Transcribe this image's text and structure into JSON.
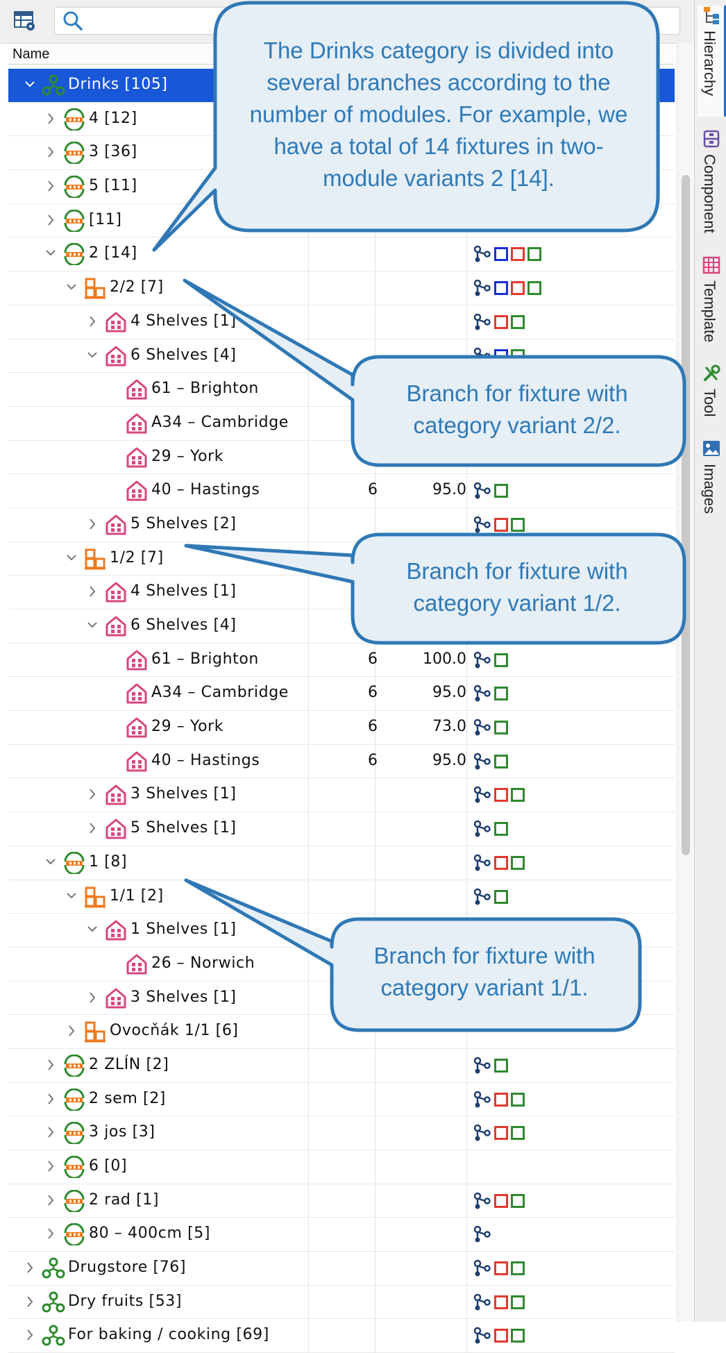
{
  "toolbar": {
    "search_placeholder": ""
  },
  "table": {
    "name_header": "Name"
  },
  "rows": [
    {
      "lvl": 0,
      "chev": "open",
      "icon": "category",
      "label": "Drinks [105]",
      "sel": true,
      "flags": []
    },
    {
      "lvl": 1,
      "chev": "closed",
      "icon": "group",
      "label": "4 [12]",
      "flags": []
    },
    {
      "lvl": 1,
      "chev": "closed",
      "icon": "group",
      "label": "3 [36]",
      "flags": []
    },
    {
      "lvl": 1,
      "chev": "closed",
      "icon": "group",
      "label": "5 [11]",
      "flags": []
    },
    {
      "lvl": 1,
      "chev": "closed",
      "icon": "group",
      "label": " [11]",
      "flags": []
    },
    {
      "lvl": 1,
      "chev": "open",
      "icon": "group",
      "label": "2 [14]",
      "flags": [
        "tree",
        "blue",
        "red",
        "green"
      ]
    },
    {
      "lvl": 2,
      "chev": "open",
      "icon": "variant",
      "label": "2/2 [7]",
      "flags": [
        "tree",
        "blue",
        "red",
        "green"
      ]
    },
    {
      "lvl": 3,
      "chev": "closed",
      "icon": "shelf",
      "label": "4 Shelves [1]",
      "flags": [
        "tree",
        "red",
        "green"
      ]
    },
    {
      "lvl": 3,
      "chev": "open",
      "icon": "shelf",
      "label": "6 Shelves [4]",
      "flags": [
        "tree",
        "blue",
        "green"
      ]
    },
    {
      "lvl": 4,
      "chev": "",
      "icon": "shelf",
      "label": "61 – Brighton",
      "flags": []
    },
    {
      "lvl": 4,
      "chev": "",
      "icon": "shelf",
      "label": "A34 – Cambridge",
      "flags": []
    },
    {
      "lvl": 4,
      "chev": "",
      "icon": "shelf",
      "label": "29 – York",
      "flags": []
    },
    {
      "lvl": 4,
      "chev": "",
      "icon": "shelf",
      "label": "40 – Hastings",
      "mod": "6",
      "val": "95.0",
      "flags": [
        "tree",
        "green"
      ]
    },
    {
      "lvl": 3,
      "chev": "closed",
      "icon": "shelf",
      "label": "5 Shelves [2]",
      "flags": [
        "tree",
        "red",
        "green"
      ]
    },
    {
      "lvl": 2,
      "chev": "open",
      "icon": "variant",
      "label": "1/2 [7]",
      "flags": []
    },
    {
      "lvl": 3,
      "chev": "closed",
      "icon": "shelf",
      "label": "4 Shelves [1]",
      "flags": []
    },
    {
      "lvl": 3,
      "chev": "open",
      "icon": "shelf",
      "label": "6 Shelves [4]",
      "flags": []
    },
    {
      "lvl": 4,
      "chev": "",
      "icon": "shelf",
      "label": "61 – Brighton",
      "mod": "6",
      "val": "100.0",
      "flags": [
        "tree",
        "green"
      ]
    },
    {
      "lvl": 4,
      "chev": "",
      "icon": "shelf",
      "label": "A34 – Cambridge",
      "mod": "6",
      "val": "95.0",
      "flags": [
        "tree",
        "green"
      ]
    },
    {
      "lvl": 4,
      "chev": "",
      "icon": "shelf",
      "label": "29 – York",
      "mod": "6",
      "val": "73.0",
      "flags": [
        "tree",
        "green"
      ]
    },
    {
      "lvl": 4,
      "chev": "",
      "icon": "shelf",
      "label": "40 – Hastings",
      "mod": "6",
      "val": "95.0",
      "flags": [
        "tree",
        "green"
      ]
    },
    {
      "lvl": 3,
      "chev": "closed",
      "icon": "shelf",
      "label": "3 Shelves [1]",
      "flags": [
        "tree",
        "red",
        "green"
      ]
    },
    {
      "lvl": 3,
      "chev": "closed",
      "icon": "shelf",
      "label": "5 Shelves [1]",
      "flags": [
        "tree",
        "green"
      ]
    },
    {
      "lvl": 1,
      "chev": "open",
      "icon": "group",
      "label": "1 [8]",
      "flags": [
        "tree",
        "red",
        "green"
      ]
    },
    {
      "lvl": 2,
      "chev": "open",
      "icon": "variant",
      "label": "1/1 [2]",
      "flags": [
        "tree",
        "green"
      ]
    },
    {
      "lvl": 3,
      "chev": "open",
      "icon": "shelf",
      "label": "1 Shelves [1]",
      "flags": [
        "tree",
        "green"
      ]
    },
    {
      "lvl": 4,
      "chev": "",
      "icon": "shelf",
      "label": "26 – Norwich",
      "flags": []
    },
    {
      "lvl": 3,
      "chev": "closed",
      "icon": "shelf",
      "label": "3 Shelves [1]",
      "flags": []
    },
    {
      "lvl": 2,
      "chev": "closed",
      "icon": "variant",
      "label": "Ovocňák 1/1 [6]",
      "flags": []
    },
    {
      "lvl": 1,
      "chev": "closed",
      "icon": "group",
      "label": "2 ZLÍN [2]",
      "flags": [
        "tree",
        "green"
      ]
    },
    {
      "lvl": 1,
      "chev": "closed",
      "icon": "group",
      "label": "2 sem [2]",
      "flags": [
        "tree",
        "red",
        "green"
      ]
    },
    {
      "lvl": 1,
      "chev": "closed",
      "icon": "group",
      "label": "3 jos [3]",
      "flags": [
        "tree",
        "red",
        "green"
      ]
    },
    {
      "lvl": 1,
      "chev": "closed",
      "icon": "group",
      "label": "6 [0]",
      "flags": []
    },
    {
      "lvl": 1,
      "chev": "closed",
      "icon": "group",
      "label": "2 rad [1]",
      "flags": [
        "tree",
        "red",
        "green"
      ]
    },
    {
      "lvl": 1,
      "chev": "closed",
      "icon": "group",
      "label": "80 – 400cm [5]",
      "flags": [
        "tree"
      ]
    },
    {
      "lvl": 0,
      "chev": "closed",
      "icon": "category",
      "label": "Drugstore [76]",
      "flags": [
        "tree",
        "red",
        "green"
      ]
    },
    {
      "lvl": 0,
      "chev": "closed",
      "icon": "category",
      "label": "Dry fruits [53]",
      "flags": [
        "tree",
        "red",
        "green"
      ]
    },
    {
      "lvl": 0,
      "chev": "closed",
      "icon": "category",
      "label": "For baking / cooking [69]",
      "flags": [
        "tree",
        "red",
        "green"
      ]
    }
  ],
  "side_tabs": [
    {
      "label": "Hierarchy",
      "icon": "hierarchy-icon",
      "active": true
    },
    {
      "label": "Component",
      "icon": "component-icon",
      "active": false
    },
    {
      "label": "Template",
      "icon": "template-icon",
      "active": false
    },
    {
      "label": "Tool",
      "icon": "tool-icon",
      "active": false
    },
    {
      "label": "Images",
      "icon": "images-icon",
      "active": false
    }
  ],
  "callouts": {
    "drinks": "The Drinks category is divided into several branches according to the number of modules.  For example, we have a total of 14 fixtures in two-module variants 2 [14].",
    "v22": "Branch for fixture with category variant 2/2.",
    "v12": "Branch for fixture with category variant 1/2.",
    "v11": "Branch for fixture with category variant 1/1."
  },
  "colors": {
    "selection": "#1857d8",
    "callout_fill": "#e6eef6",
    "callout_stroke": "#2f78b5",
    "callout_text": "#2e7ab8",
    "flag_blue": "#1a2fd0",
    "flag_red": "#e03a2e",
    "flag_green": "#2e8a2e",
    "tree_icon": "#1f3e6e"
  }
}
